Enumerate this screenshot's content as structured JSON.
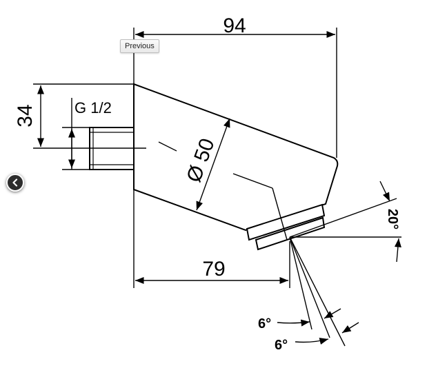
{
  "nav": {
    "previous_tooltip": "Previous",
    "prev_icon": "chevron-left-icon"
  },
  "diagram": {
    "dim_overall_length": "94",
    "dim_height": "34",
    "dim_thread": "G 1/2",
    "dim_diameter": "Ø 50",
    "dim_nozzle_offset": "79",
    "dim_tilt_angle": "20°",
    "dim_spray_angle_1": "6°",
    "dim_spray_angle_2": "6°"
  }
}
